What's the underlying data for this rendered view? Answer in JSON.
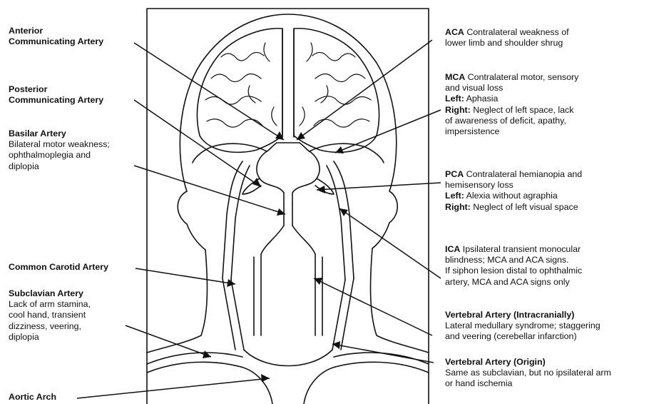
{
  "labels": {
    "aco": {
      "title": "Anterior\nCommunicating Artery"
    },
    "pcom": {
      "title": "Posterior\nCommunicating Artery"
    },
    "basilar": {
      "title": "Basilar Artery",
      "desc": "Bilateral motor weakness;\nophthalmoplegia and\ndiplopia"
    },
    "cca": {
      "title": "Common Carotid Artery"
    },
    "subclavian": {
      "title": "Subclavian Artery",
      "desc": "Lack of arm stamina,\ncool hand, transient\ndizziness, veering,\ndiplopia"
    },
    "aortic": {
      "title": "Aortic Arch"
    },
    "aca": {
      "title": "ACA",
      "desc": "Contralateral weakness of\nlower limb and shoulder shrug"
    },
    "mca": {
      "title": "MCA",
      "desc": "Contralateral motor, sensory\nand visual loss",
      "left_label": "Left:",
      "left_text": "Aphasia",
      "right_label": "Right:",
      "right_text": "Neglect of left space, lack\nof awareness of deficit, apathy,\nimpersistence"
    },
    "pca": {
      "title": "PCA",
      "desc": "Contralateral hemianopia and\nhemisensory loss",
      "left_label": "Left:",
      "left_text": "Alexia without agraphia",
      "right_label": "Right:",
      "right_text": "Neglect of left visual space"
    },
    "ica": {
      "title": "ICA",
      "desc": "Ipsilateral transient monocular\nblindness; MCA and ACA signs.\nIf siphon lesion distal to ophthalmic\nartery, MCA and ACA signs only"
    },
    "vert_intra": {
      "title": "Vertebral Artery (Intracranially)",
      "desc": "Lateral medullary syndrome; staggering\nand veering (cerebellar infarction)"
    },
    "vert_origin": {
      "title": "Vertebral Artery (Origin)",
      "desc": "Same as subclavian, but no ipsilateral arm\nor hand ischemia"
    }
  },
  "colors": {
    "ink": "#111111",
    "paper": "#ffffff"
  }
}
